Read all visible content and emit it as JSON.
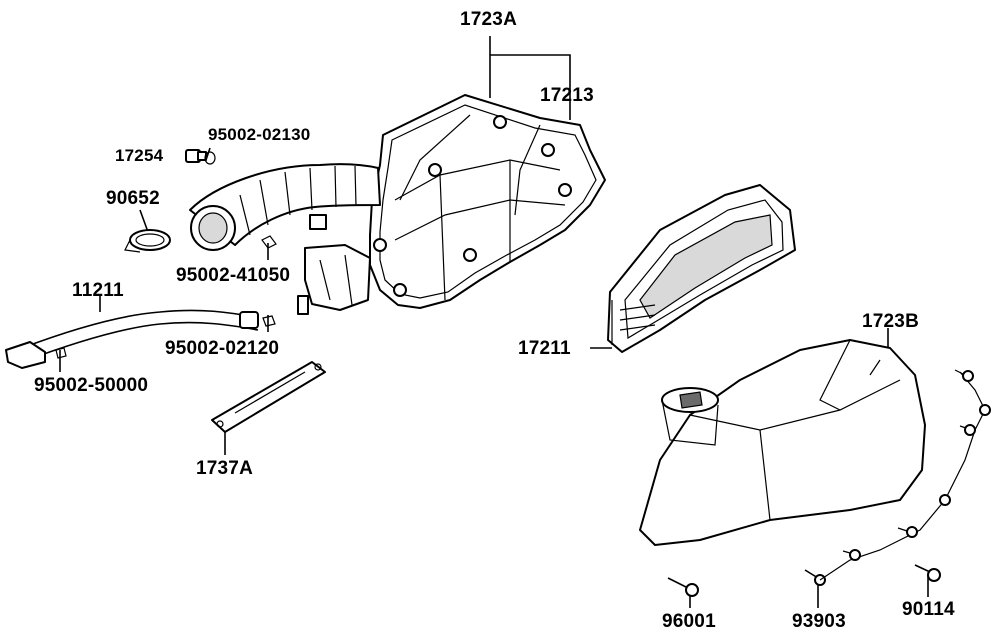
{
  "labels": {
    "l1723A": "1723A",
    "l17213": "17213",
    "l17254": "17254",
    "l95002_02130": "95002-02130",
    "l90652": "90652",
    "l95002_41050": "95002-41050",
    "l11211": "11211",
    "l95002_02120": "95002-02120",
    "l95002_50000": "95002-50000",
    "l1737A": "1737A",
    "l17211": "17211",
    "l1723B": "1723B",
    "l96001": "96001",
    "l93903": "93903",
    "l90114": "90114"
  }
}
